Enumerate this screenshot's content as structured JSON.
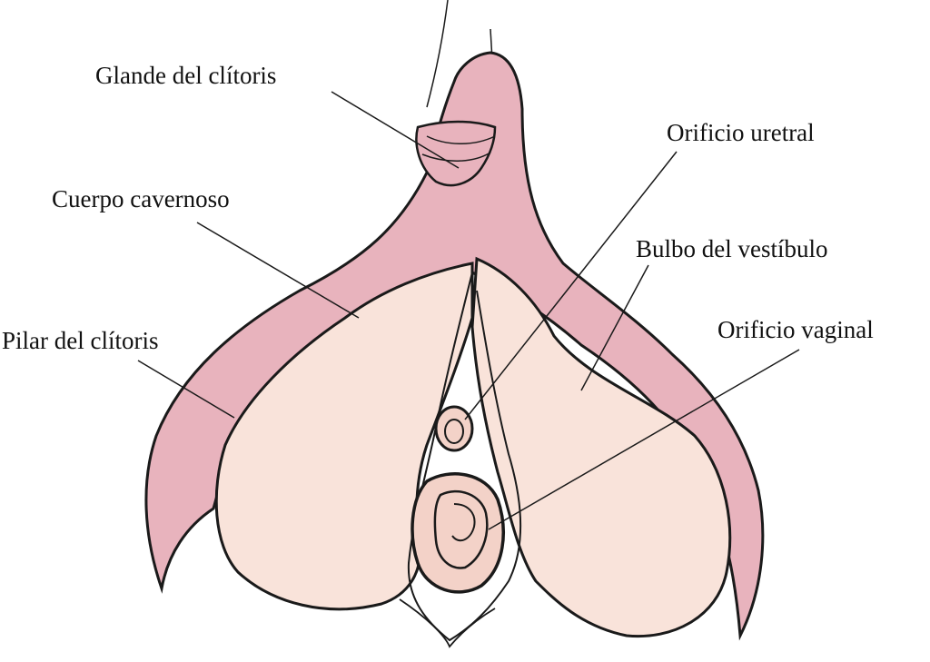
{
  "labels": {
    "glande": "Glande del clítoris",
    "cuerpo": "Cuerpo cavernoso",
    "pilar": "Pilar del clítoris",
    "uretral": "Orificio uretral",
    "bulbo": "Bulbo del vestíbulo",
    "vaginal": "Orificio vaginal"
  },
  "colors": {
    "erectile_tissue": "#e8b3bd",
    "bulb_tissue": "#f9e3da",
    "outline": "#1a1a1a"
  }
}
